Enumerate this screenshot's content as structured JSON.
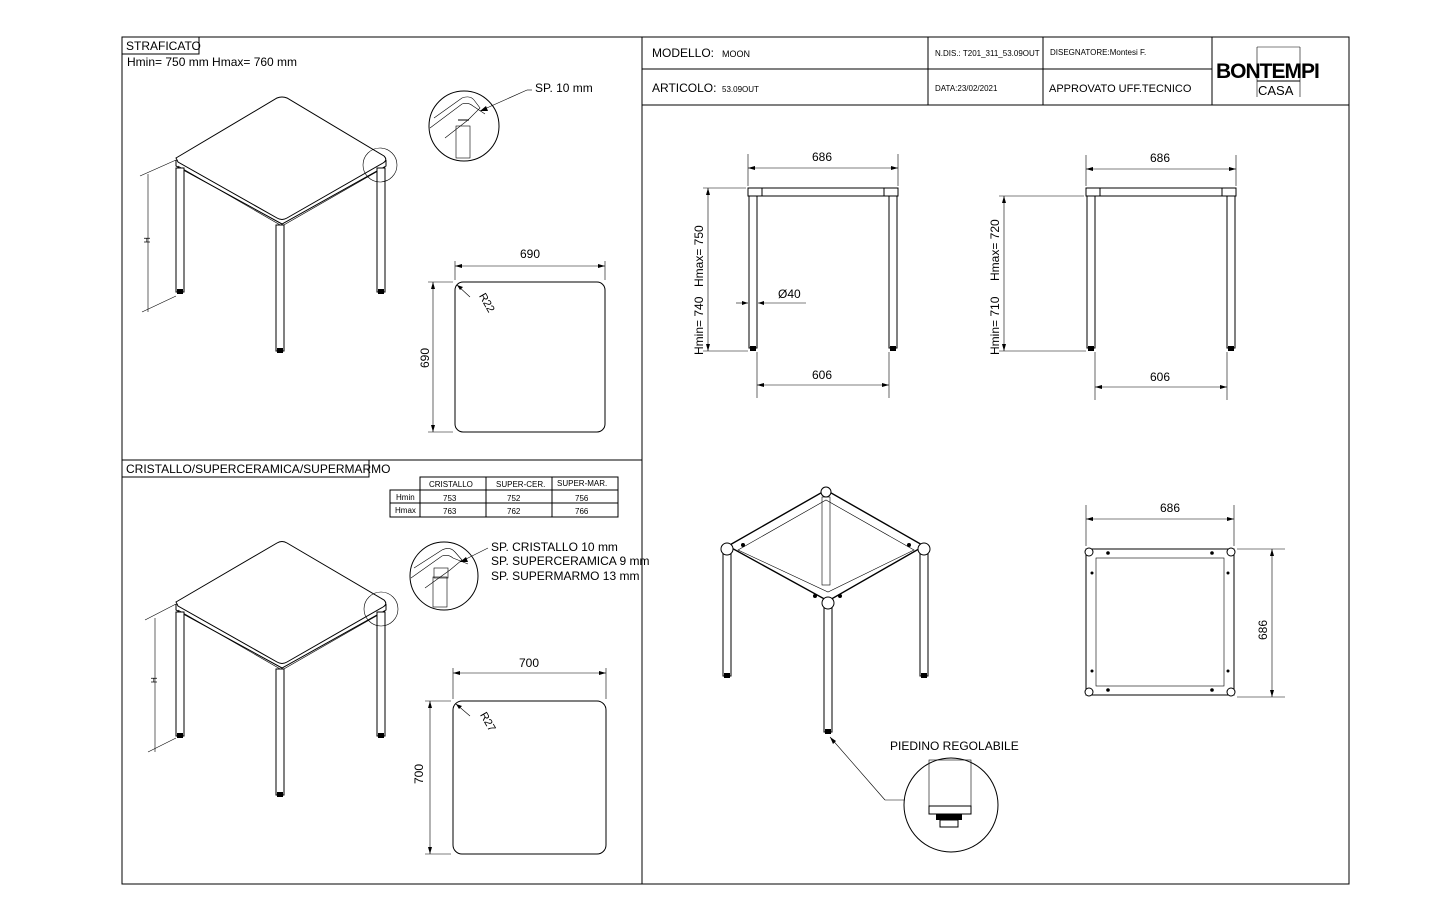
{
  "panels": {
    "strafficato": {
      "title": "STRAFICATO",
      "heights": "Hmin= 750 mm   Hmax= 760 mm",
      "thickness": "SP. 10 mm",
      "height_symbol": "H",
      "top_width": "690",
      "top_depth": "690",
      "radius": "R22"
    },
    "cristallo": {
      "title": "CRISTALLO/SUPERCERAMICA/SUPERMARMO",
      "table": {
        "headers": [
          "CRISTALLO",
          "SUPER-CER.",
          "SUPER-MAR."
        ],
        "rows": [
          {
            "label": "Hmin",
            "values": [
              "753",
              "752",
              "756"
            ]
          },
          {
            "label": "Hmax",
            "values": [
              "763",
              "762",
              "766"
            ]
          }
        ]
      },
      "thickness": [
        "SP. CRISTALLO 10 mm",
        "SP. SUPERCERAMICA 9 mm",
        "SP. SUPERMARMO 13 mm"
      ],
      "height_symbol": "H",
      "top_width": "700",
      "top_depth": "700",
      "radius": "R27"
    }
  },
  "title_block": {
    "modello_label": "MODELLO:",
    "modello_value": "MOON",
    "ndis": "N.DIS.: T201_311_53.09OUT",
    "disegnatore": "DISEGNATORE:Montesi F.",
    "articolo_label": "ARTICOLO:",
    "articolo_value": "53.09OUT",
    "data": "DATA:23/02/2021",
    "approvato": "APPROVATO UFF.TECNICO",
    "logo_main": "BONTEMPI",
    "logo_sub": "CASA"
  },
  "frame_views": {
    "front1": {
      "width": "686",
      "inner": "606",
      "hmax": "Hmax= 750",
      "hmin": "Hmin= 740",
      "diameter": "Ø40"
    },
    "front2": {
      "width": "686",
      "inner": "606",
      "hmax": "Hmax= 720",
      "hmin": "Hmin= 710"
    },
    "top": {
      "width": "686",
      "depth": "686"
    },
    "foot_label": "PIEDINO REGOLABILE"
  }
}
